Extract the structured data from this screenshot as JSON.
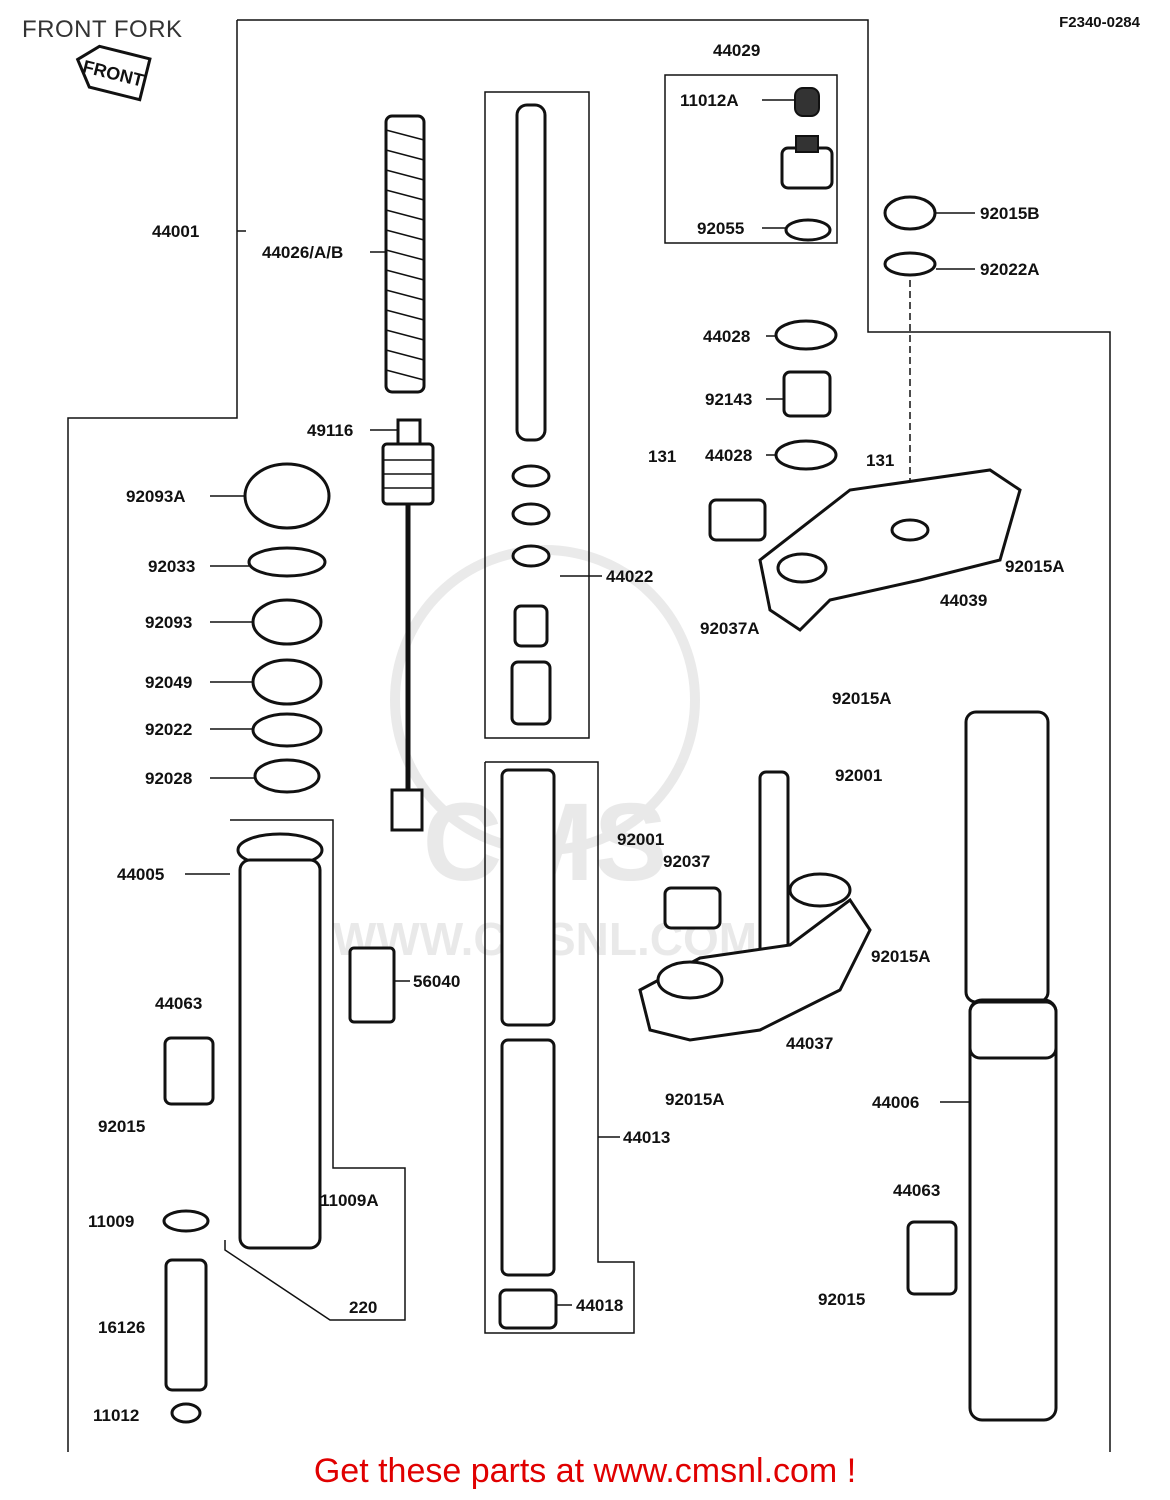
{
  "header": {
    "title": "FRONT FORK",
    "diagram_code": "F2340-0284",
    "front_marker": "FRONT"
  },
  "watermark": {
    "logo_text": "CMS",
    "url_text": "WWW.CMSNL.COM"
  },
  "footer": {
    "cta_text": "Get these parts at www.cmsnl.com !",
    "cta_color": "#e00000"
  },
  "labels": {
    "l44029": "44029",
    "l11012A": "11012A",
    "l92055": "92055",
    "l92015B": "92015B",
    "l92022A": "92022A",
    "l44001": "44001",
    "l44026AB": "44026/A/B",
    "l44028a": "44028",
    "l92143": "92143",
    "l44028b": "44028",
    "l49116": "49116",
    "l131a": "131",
    "l131b": "131",
    "l92093A": "92093A",
    "l92015Aa": "92015A",
    "l44039": "44039",
    "l92033": "92033",
    "l44022": "44022",
    "l92037A": "92037A",
    "l92093": "92093",
    "l92015Ab": "92015A",
    "l92049": "92049",
    "l92022": "92022",
    "l92001a": "92001",
    "l92028": "92028",
    "l92001b": "92001",
    "l92037": "92037",
    "l44005": "44005",
    "l92015Ac": "92015A",
    "l56040": "56040",
    "l44063a": "44063",
    "l44037": "44037",
    "l92015Ad": "92015A",
    "l92015a": "92015",
    "l44006": "44006",
    "l44013": "44013",
    "l11009A": "11009A",
    "l44063b": "44063",
    "l11009": "11009",
    "l92015b": "92015",
    "l220": "220",
    "l44018": "44018",
    "l16126": "16126",
    "l11012": "11012"
  }
}
